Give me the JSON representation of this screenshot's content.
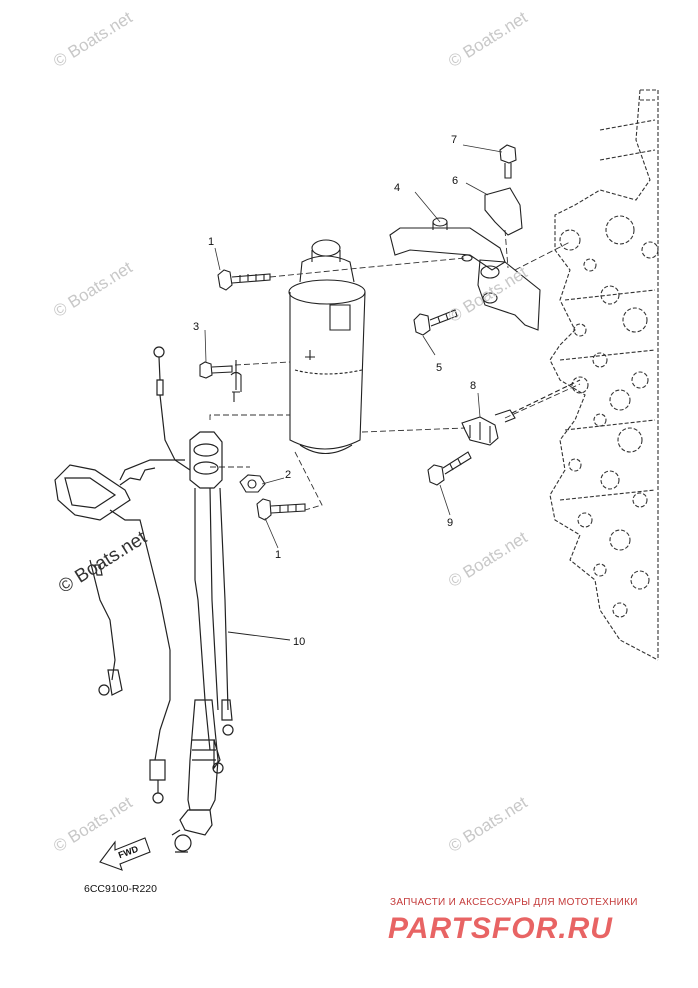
{
  "diagram": {
    "callouts": {
      "c1a": "1",
      "c1b": "1",
      "c2": "2",
      "c3": "3",
      "c4": "4",
      "c5": "5",
      "c6": "6",
      "c7": "7",
      "c8": "8",
      "c9": "9",
      "c10": "10"
    },
    "fwd_label": "FWD",
    "code": "6CC9100-R220"
  },
  "watermarks": {
    "w1": "© Boats.net",
    "w2": "© Boats.net",
    "w3": "© Boats.net",
    "w4": "© Boats.net",
    "w5": "© Boats.net",
    "w6": "© Boats.net",
    "w7": "© Boats.net",
    "w8": "© Boats.net"
  },
  "brand": {
    "tagline": "ЗАПЧАСТИ И АКСЕССУАРЫ ДЛЯ МОТОТЕХНИКИ",
    "logo": "PARTSFOR.RU",
    "color": "#e86464"
  }
}
